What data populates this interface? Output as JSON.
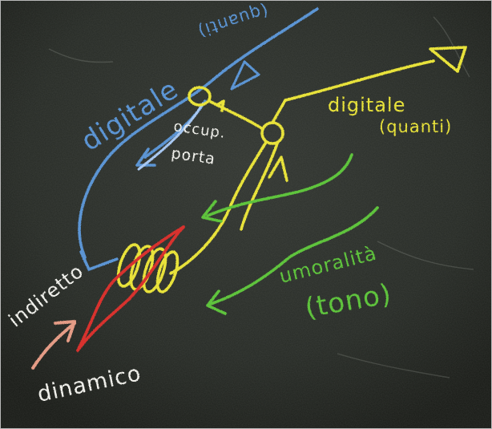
{
  "scene": {
    "board_color": "#262a26",
    "frame_color": "#b9b9b9"
  },
  "labels": {
    "digitale_blue_main": "digitale",
    "quanti_blue": "(quanti)",
    "occup": "occup.",
    "porta": "porta",
    "digitale_yellow": "digitale",
    "quanti_yellow": "(quanti)",
    "umoralita": "umoralità",
    "tono": "(tono)",
    "indiretto": "indiretto",
    "dinamico": "dinamico"
  },
  "colors": {
    "blue": "#5b95d4",
    "yellow": "#e8e23a",
    "green": "#5fc43e",
    "red": "#d8322d",
    "white": "#f1f1ec",
    "salmon": "#e59c86"
  }
}
